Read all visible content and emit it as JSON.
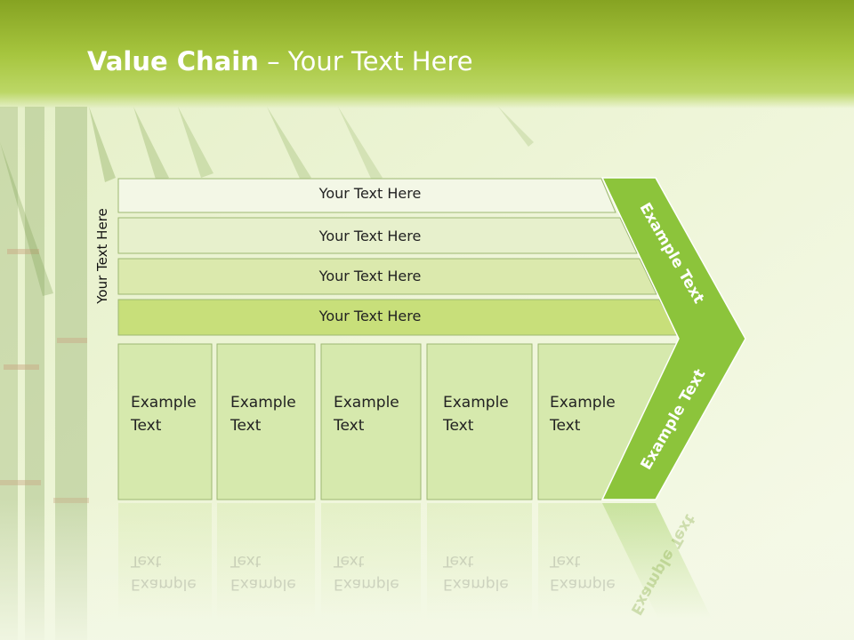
{
  "title": {
    "bold": "Value Chain",
    "rest": " – Your Text Here"
  },
  "side_label": "Your Text Here",
  "rows": [
    "Your Text Here",
    "Your Text Here",
    "Your Text Here",
    "Your Text Here"
  ],
  "columns": [
    "Example\nText",
    "Example\nText",
    "Example\nText",
    "Example\nText",
    "Example\nText"
  ],
  "chevron": {
    "top_label": "Example Text",
    "bottom_label": "Example Text"
  },
  "colors": {
    "header": "#9fbf3a",
    "chevron": "#8cc43b",
    "row_fills": [
      "#f3f7e6",
      "#e7f0cc",
      "#dbe9ad",
      "#c8df7a"
    ],
    "column_fill": "#d6e9ad"
  }
}
